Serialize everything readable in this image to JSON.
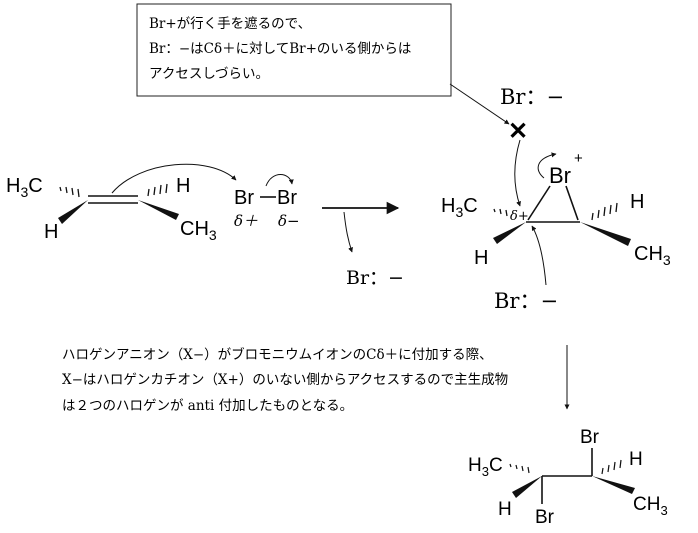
{
  "note_box": {
    "line1": "Br+が行く手を遮るので、",
    "line2": "Br：−はCδ＋に対してBr+のいる側からは",
    "line3": "アクセスしづらい。"
  },
  "alkene": {
    "left_top": "H",
    "left_top_sub": "3",
    "left_top_tail": "C",
    "left_bottom": "H",
    "right_top": "H",
    "right_bottom": "CH",
    "right_bottom_sub": "3"
  },
  "bromine": {
    "atom1": "Br",
    "atom2": "Br",
    "partial_pos": "δ＋",
    "partial_neg": "δ−"
  },
  "byproduct_anion": "Br：−",
  "bromonium": {
    "top_anion": "Br：−",
    "br": "Br",
    "charge": "+",
    "left_top": "H",
    "left_top_sub": "3",
    "left_top_tail": "C",
    "delta": "δ+",
    "left_bottom": "H",
    "right_top": "H",
    "right_bottom": "CH",
    "right_bottom_sub": "3",
    "bottom_anion": "Br：−",
    "blocked": "✕"
  },
  "explanation": {
    "line1": "ハロゲンアニオン（X−）がブロモニウムイオンのCδ＋に付加する際、",
    "line2": "X−はハロゲンカチオン（X+）のいない側からアクセスするので主生成物",
    "line3": "は２つのハロゲンが anti 付加したものとなる。"
  },
  "product": {
    "br_top": "Br",
    "br_bottom": "Br",
    "left_top": "H",
    "left_top_sub": "3",
    "left_top_tail": "C",
    "left_bottom": "H",
    "right_top": "H",
    "right_bottom": "CH",
    "right_bottom_sub": "3"
  }
}
